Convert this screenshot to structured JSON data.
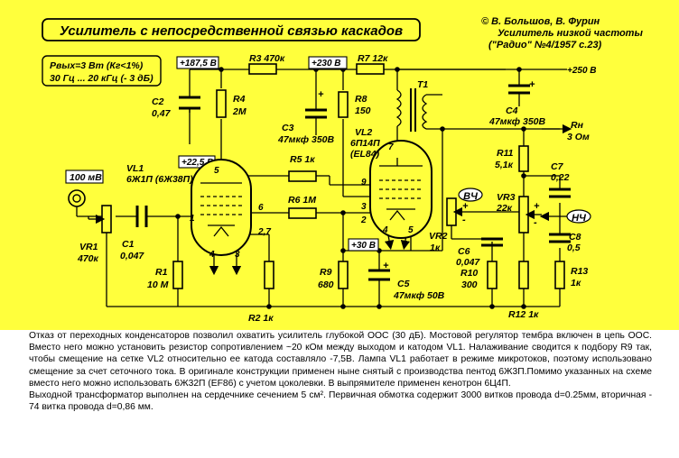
{
  "title": "Усилитель с непосредственной связью каскадов",
  "credits": {
    "authors": "© В. Большов, В. Фурин",
    "subtitle": "Усилитель низкой частоты",
    "source": "(\"Радио\" №4/1957 с.23)"
  },
  "specs": {
    "line1": "Рвых=3 Вт (Кг<1%)",
    "line2": "30 Гц ... 20 кГц (- 3 дБ)"
  },
  "rails": {
    "v187": "+187,5 В",
    "v230": "+230 В",
    "v250": "+250 В",
    "v22": "+22,5 В",
    "v30": "+30 В"
  },
  "input_level": "100 мВ",
  "tubes": {
    "vl1_name": "VL1",
    "vl1_type": "6Ж1П (6Ж38П)",
    "vl2_name": "VL2",
    "vl2_type": "6П14П",
    "vl2_alt": "(EL84)"
  },
  "components": {
    "r1": {
      "name": "R1",
      "value": "10 М"
    },
    "r2": {
      "name": "R2",
      "value": "1к"
    },
    "r3": {
      "name": "R3",
      "value": "470к"
    },
    "r4": {
      "name": "R4",
      "value": "2М"
    },
    "r5": {
      "name": "R5",
      "value": "1к"
    },
    "r6": {
      "name": "R6",
      "value": "1М"
    },
    "r7": {
      "name": "R7",
      "value": "12к"
    },
    "r8": {
      "name": "R8",
      "value": "150"
    },
    "r9": {
      "name": "R9",
      "value": "680"
    },
    "r10": {
      "name": "R10",
      "value": "300"
    },
    "r11": {
      "name": "R11",
      "value": "5,1к"
    },
    "r12": {
      "name": "R12",
      "value": "1к"
    },
    "r13": {
      "name": "R13",
      "value": "1к"
    },
    "c1": {
      "name": "C1",
      "value": "0,047"
    },
    "c2": {
      "name": "C2",
      "value": "0,47"
    },
    "c3": {
      "name": "C3",
      "value": "47мкф 350В"
    },
    "c4": {
      "name": "C4",
      "value": "47мкф 350В"
    },
    "c5": {
      "name": "C5",
      "value": "47мкф 50В"
    },
    "c6": {
      "name": "C6",
      "value": "0,047"
    },
    "c7": {
      "name": "C7",
      "value": "0,22"
    },
    "c8": {
      "name": "C8",
      "value": "0,5"
    },
    "vr1": {
      "name": "VR1",
      "value": "470к"
    },
    "vr2": {
      "name": "VR2",
      "value": "1к"
    },
    "vr3": {
      "name": "VR3",
      "value": "22к"
    },
    "t1": {
      "name": "T1"
    },
    "load": {
      "name": "Rн",
      "value": "3 Ом"
    }
  },
  "tone_labels": {
    "treble": "ВЧ",
    "bass": "НЧ"
  },
  "pins": {
    "p1": "1",
    "p2": "2",
    "p3": "3",
    "p4": "4",
    "p5": "5",
    "p6": "6",
    "p7": "7",
    "p9": "9",
    "p27": "2,7"
  },
  "signs": {
    "plus": "+",
    "minus": "-"
  },
  "description": [
    "Отказ от переходных конденсаторов позволил охватить усилитель глубокой ООС (30 дБ). Мостовой регулятор тембра включен в цепь ООС. Вместо него можно установить резистор сопротивлением ~20 кОм между выходом и катодом VL1. Налаживание сводится к подбору R9 так, чтобы смещение на сетке VL2 относительно ее катода составляло -7,5В. Лампа VL1 работает в режиме микротоков, поэтому использовано смещение за счет сеточного тока. В оригинале конструкции применен ныне снятый с производства пентод 6Ж3П.Помимо указанных на схеме вместо него можно использовать 6Ж32П (EF86) с учетом цоколевки. В выпрямителе применен кенотрон 6Ц4П.",
    "Выходной трансформатор выполнен на сердечнике сечением 5 см². Первичная обмотка содержит 3000 витков провода d=0.25мм, вторичная - 74 витка провода d=0,86 мм."
  ],
  "colors": {
    "background": "#ffff3c",
    "ink": "#000000",
    "page": "#ffffff"
  }
}
